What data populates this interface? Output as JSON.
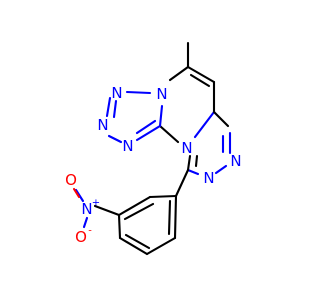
{
  "molecule": {
    "atoms": {
      "n_tetrazole_1": {
        "symbol": "N"
      },
      "n_tetrazole_2": {
        "symbol": "N"
      },
      "n_tetrazole_3": {
        "symbol": "N"
      },
      "n_tetrazole_4": {
        "symbol": "N"
      },
      "n_bridge_lower": {
        "symbol": "N"
      },
      "n_triazole_1": {
        "symbol": "N"
      },
      "n_triazole_2": {
        "symbol": "N"
      },
      "n_nitro": {
        "symbol": "N",
        "charge": "+"
      },
      "o_nitro_upper": {
        "symbol": "O"
      },
      "o_nitro_lower": {
        "symbol": "O",
        "charge": "-"
      }
    },
    "colors": {
      "carbon_bond": "#000000",
      "nitrogen": "#0000ff",
      "oxygen": "#ff0000",
      "background": "#ffffff"
    }
  }
}
